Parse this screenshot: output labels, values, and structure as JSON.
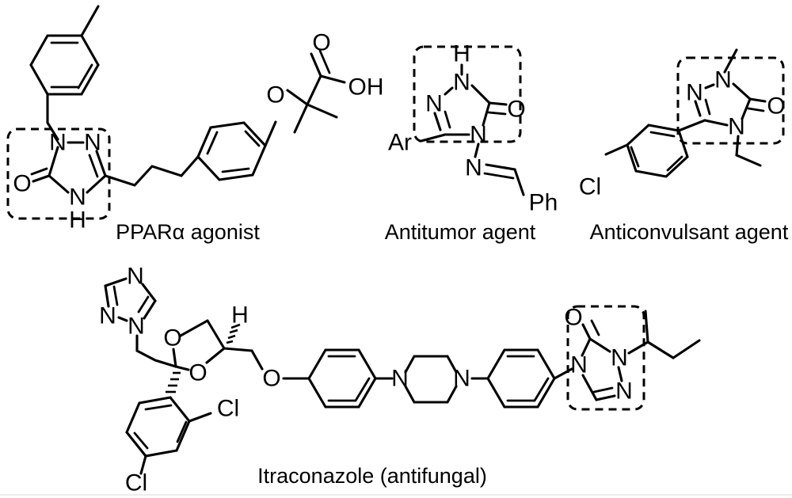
{
  "figure": {
    "background_color": "#ffffff",
    "ink_color": "#000000",
    "highlight_box_style": "dashed-rectangle",
    "description": "Chemical structure scheme of four 1,2,4-triazolone-containing bioactive molecules"
  },
  "structures": [
    {
      "id": "ppar-alpha-agonist",
      "caption": "PPARα agonist",
      "core_highlight": "1,2,4-triazol-3-one",
      "atom_labels": [
        "N",
        "N",
        "O",
        "N",
        "H",
        "O",
        "O",
        "OH"
      ],
      "fragments": [
        "4-methylbenzyl",
        "1,2,4-triazol-5-one",
        "propylene linker",
        "phenyl",
        "ether oxygen",
        "2-methylpropanoic acid"
      ]
    },
    {
      "id": "antitumor-agent",
      "caption": "Antitumor agent",
      "core_highlight": "1,2,4-triazol-3-one",
      "atom_labels": [
        "H",
        "N",
        "N",
        "Ar",
        "N",
        "O",
        "N",
        "Ph"
      ],
      "fragments": [
        "aryl (Ar)",
        "1,2,4-triazol-5-one",
        "N-imine",
        "phenyl (Ph)"
      ]
    },
    {
      "id": "anticonvulsant-agent",
      "caption": "Anticonvulsant agent",
      "core_highlight": "1,2,4-triazol-3-one",
      "atom_labels": [
        "N",
        "N",
        "O",
        "N",
        "Cl"
      ],
      "fragments": [
        "4-chlorophenyl",
        "1,2,4-triazol-5-one",
        "N-methyl",
        "N-ethyl"
      ]
    },
    {
      "id": "itraconazole",
      "caption": "Itraconazole (antifungal)",
      "core_highlight": "1,2,4-triazol-3-one",
      "atom_labels": [
        "N",
        "N",
        "N",
        "O",
        "O",
        "H",
        "Cl",
        "Cl",
        "O",
        "N",
        "N",
        "N",
        "N",
        "O"
      ],
      "fragments": [
        "1,2,4-triazol-1-yl",
        "1,3-dioxolane",
        "2,4-dichlorophenyl",
        "phenyl ether",
        "piperazine",
        "phenyl",
        "1,2,4-triazol-5-one",
        "sec-butyl"
      ]
    }
  ],
  "labels": {
    "N": "N",
    "O": "O",
    "H": "H",
    "OH": "OH",
    "Ar": "Ar",
    "Ph": "Ph",
    "Cl": "Cl"
  },
  "captions": {
    "ppar": "PPARα agonist",
    "antitumor": "Antitumor agent",
    "anticonvulsant": "Anticonvulsant agent",
    "itraconazole": "Itraconazole (antifungal)"
  }
}
